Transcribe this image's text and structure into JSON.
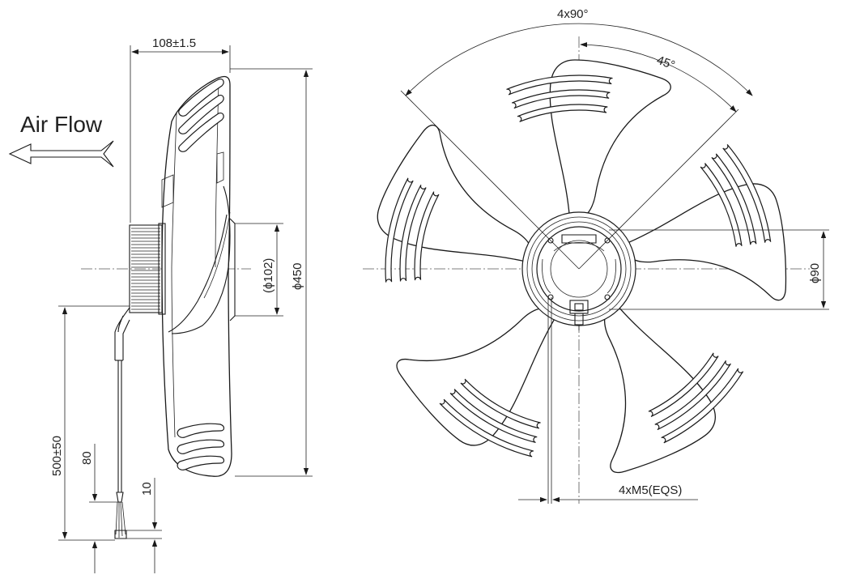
{
  "labels": {
    "air_flow": "Air Flow",
    "depth": "108±1.5",
    "inner_dia": "(ϕ102)",
    "outer_dia": "ϕ450",
    "cable_length": "500±50",
    "strip_length": "80",
    "tip_length": "10",
    "angle_total": "4x90°",
    "angle_half": "45°",
    "bolt_circle": "ϕ90",
    "mount_screws": "4xM5(EQS)"
  }
}
